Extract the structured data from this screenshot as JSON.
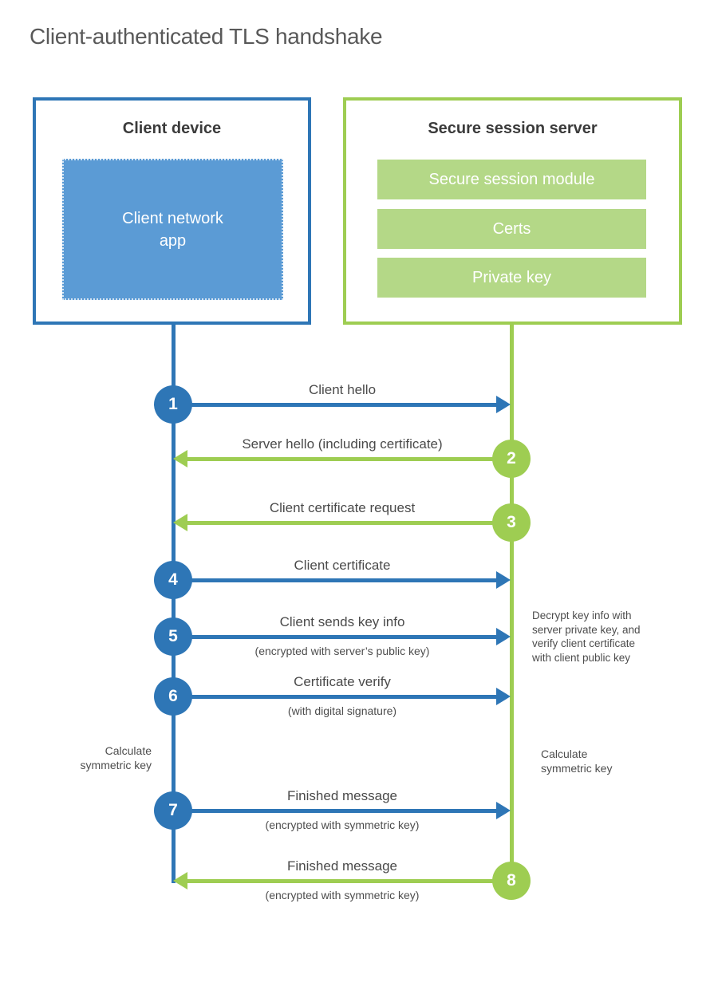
{
  "title": "Client-authenticated TLS handshake",
  "colors": {
    "blue_primary": "#2e76b6",
    "blue_fill": "#5b9bd5",
    "green_primary": "#9ecd52",
    "green_fill": "#b4d887",
    "heading_text": "#3b3b3b",
    "label_text": "#4a4a4a"
  },
  "client": {
    "title": "Client device",
    "app_label": "Client network\napp"
  },
  "server": {
    "title": "Secure session server",
    "modules": [
      "Secure session module",
      "Certs",
      "Private key"
    ]
  },
  "steps": [
    {
      "number": "1",
      "label": "Client hello",
      "sublabel": "",
      "direction": "right",
      "color": "blue"
    },
    {
      "number": "2",
      "label": "Server hello (including certificate)",
      "sublabel": "",
      "direction": "left",
      "color": "green"
    },
    {
      "number": "3",
      "label": "Client certificate request",
      "sublabel": "",
      "direction": "left",
      "color": "green"
    },
    {
      "number": "4",
      "label": "Client certificate",
      "sublabel": "",
      "direction": "right",
      "color": "blue"
    },
    {
      "number": "5",
      "label": "Client sends key info",
      "sublabel": "(encrypted with server’s public key)",
      "direction": "right",
      "color": "blue"
    },
    {
      "number": "6",
      "label": "Certificate verify",
      "sublabel": "(with digital signature)",
      "direction": "right",
      "color": "blue"
    },
    {
      "number": "7",
      "label": "Finished message",
      "sublabel": "(encrypted with symmetric key)",
      "direction": "right",
      "color": "blue"
    },
    {
      "number": "8",
      "label": "Finished message",
      "sublabel": "(encrypted with symmetric key)",
      "direction": "left",
      "color": "green"
    }
  ],
  "notes": {
    "decrypt": "Decrypt key info with\nserver private key, and\nverify client certificate\nwith client public key",
    "calc_left": "Calculate\nsymmetric key",
    "calc_right": "Calculate\nsymmetric key"
  }
}
